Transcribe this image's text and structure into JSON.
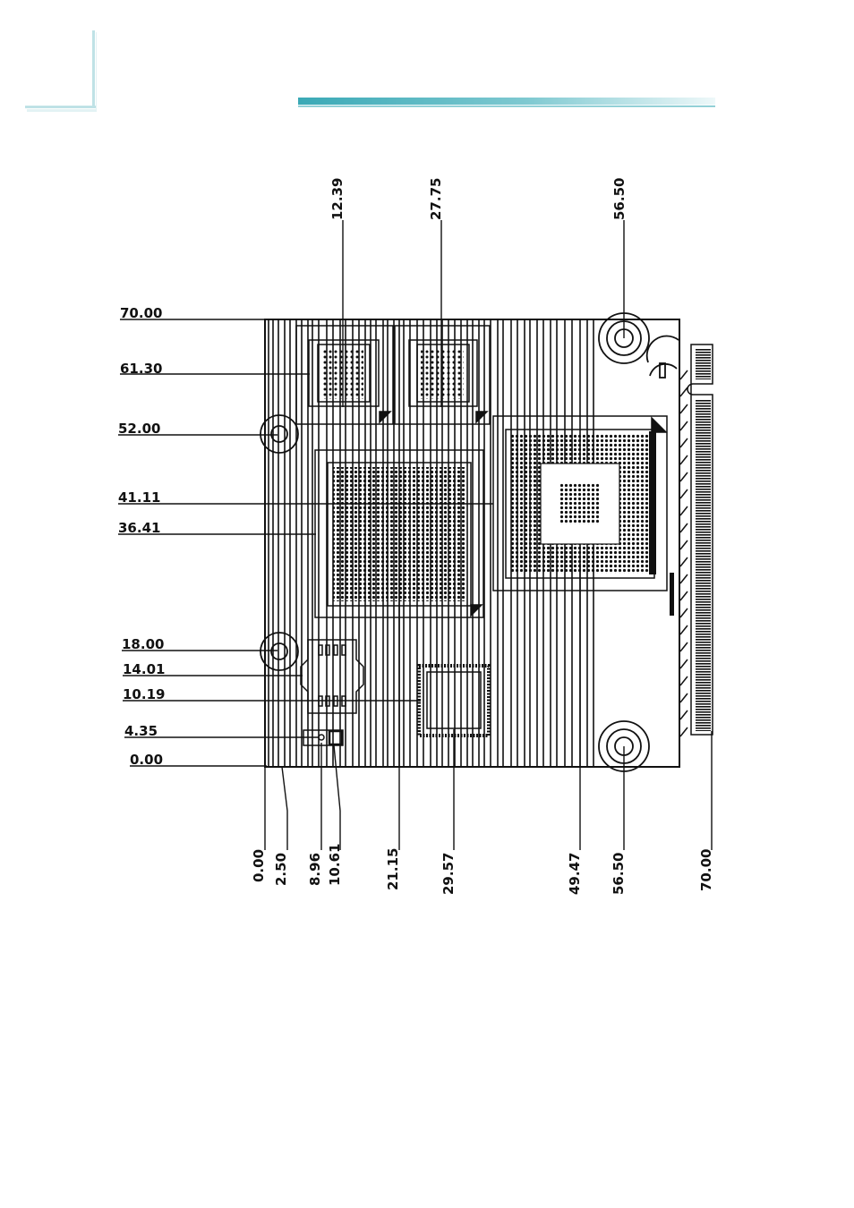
{
  "colors": {
    "accent_teal": "#4cb2bd",
    "accent_fade": "#e9f6f7",
    "ink": "#111111"
  },
  "top_dimensions": [
    "12.39",
    "27.75",
    "56.50"
  ],
  "left_dimensions": [
    "70.00",
    "61.30",
    "52.00",
    "41.11",
    "36.41",
    "18.00",
    "14.01",
    "10.19",
    "4.35",
    "0.00"
  ],
  "bottom_dimensions": [
    "0.00",
    "2.50",
    "8.96",
    "10.61",
    "21.15",
    "29.57",
    "49.47",
    "56.50",
    "70.00"
  ]
}
